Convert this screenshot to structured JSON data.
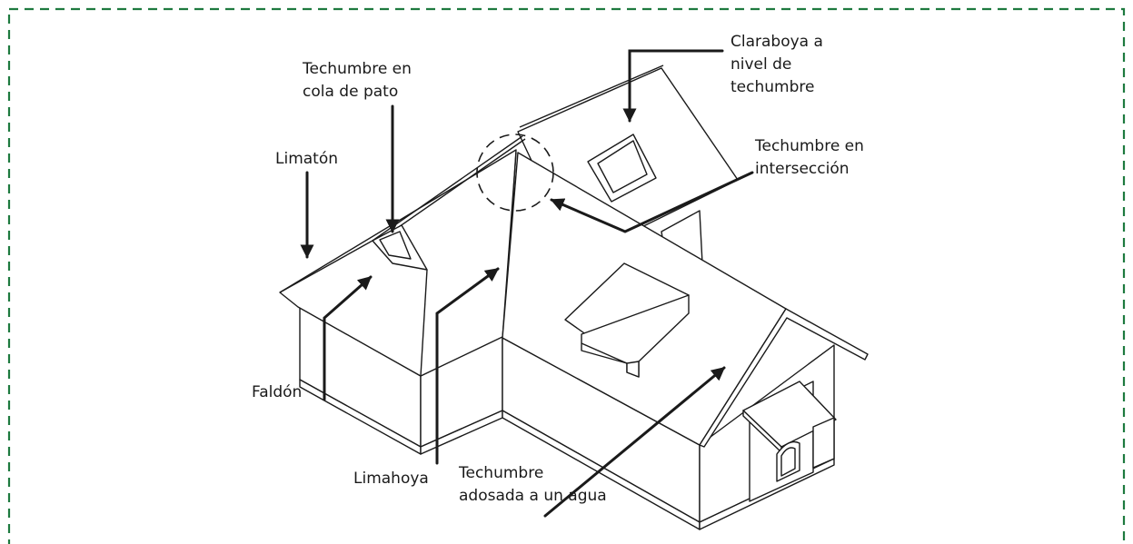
{
  "colors": {
    "frame": "#1e7a3f",
    "ink": "#1a1a1a",
    "background": "#ffffff"
  },
  "labels": {
    "claraboya": [
      "Claraboya a",
      "nivel de",
      "techumbre"
    ],
    "cola_pato": [
      "Techumbre en",
      "cola de pato"
    ],
    "limaton": [
      "Limatón"
    ],
    "interseccion": [
      "Techumbre en",
      "intersección"
    ],
    "faldon": [
      "Faldón"
    ],
    "limahoya": [
      "Limahoya"
    ],
    "adosada": [
      "Techumbre",
      "adosada a un agua"
    ]
  }
}
